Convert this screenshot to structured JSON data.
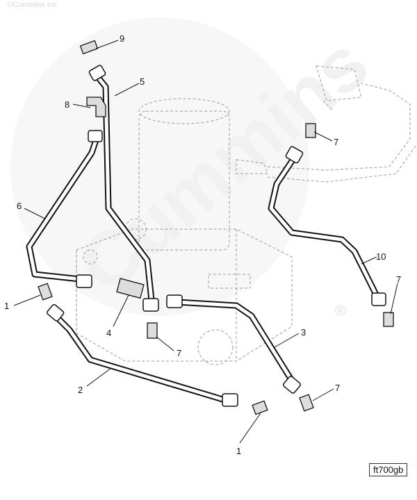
{
  "copyright": "©Cummins Inc",
  "watermark": "Cummins",
  "registered_mark": "®",
  "figure_id": "ft700gb",
  "callouts": [
    "9",
    "5",
    "8",
    "6",
    "7",
    "10",
    "7",
    "1",
    "4",
    "7",
    "3",
    "2",
    "7",
    "1"
  ]
}
